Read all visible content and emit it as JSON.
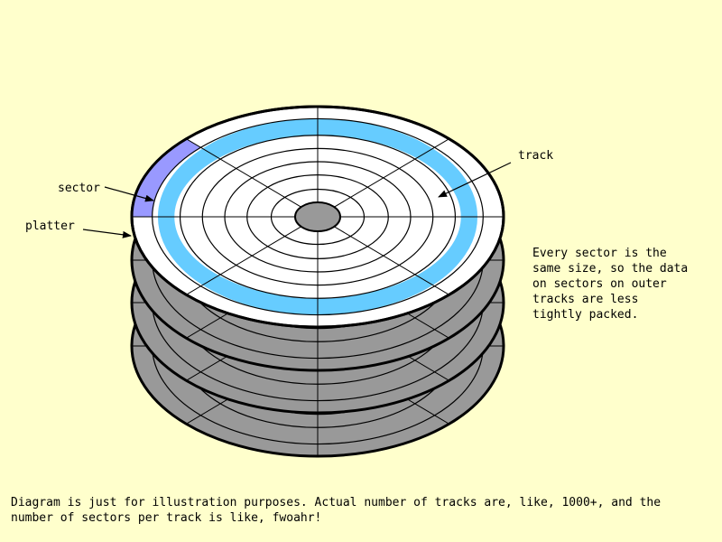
{
  "labels": {
    "sector": "sector",
    "platter": "platter",
    "track": "track"
  },
  "side_note": {
    "lines": [
      "Every sector is the",
      "same size, so the data",
      "on sectors on outer",
      "tracks are less",
      "tightly packed."
    ]
  },
  "footer_note": {
    "lines": [
      "Diagram is just for illustration purposes. Actual number of tracks are, like, 1000+, and the",
      "number of sectors per track is like, fwoahr!"
    ]
  },
  "colors": {
    "background": "#ffffcc",
    "platter_top": "#ffffff",
    "platter_lower": "#999999",
    "highlighted_track": "#66ccff",
    "highlighted_sector": "#9999ff",
    "spindle": "#999999",
    "outline": "#000000"
  }
}
